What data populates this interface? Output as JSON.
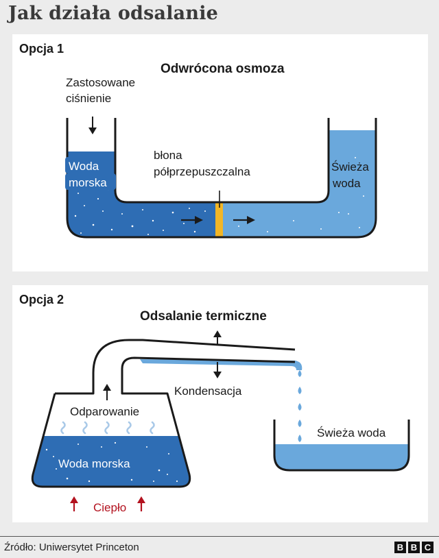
{
  "title": "Jak działa odsalanie",
  "option1": {
    "label": "Opcja 1",
    "heading": "Odwrócona osmoza",
    "pressure_line1": "Zastosowane",
    "pressure_line2": "ciśnienie",
    "seawater_line1": "Woda",
    "seawater_line2": "morska",
    "membrane_line1": "błona",
    "membrane_line2": "półprzepuszczalna",
    "freshwater_line1": "Świeża",
    "freshwater_line2": "woda"
  },
  "option2": {
    "label": "Opcja 2",
    "heading": "Odsalanie termiczne",
    "condensation": "Kondensacja",
    "evaporation": "Odparowanie",
    "seawater": "Woda morska",
    "heat": "Ciepło",
    "freshwater": "Świeża woda"
  },
  "footer": {
    "source": "Źródło: Uniwersytet Princeton",
    "logo": [
      "B",
      "B",
      "C"
    ]
  },
  "colors": {
    "seawater": "#2e6db4",
    "freshwater": "#6aa8dc",
    "membrane": "#f2b626",
    "heat": "#b3121f",
    "outline": "#1a1a1a"
  }
}
